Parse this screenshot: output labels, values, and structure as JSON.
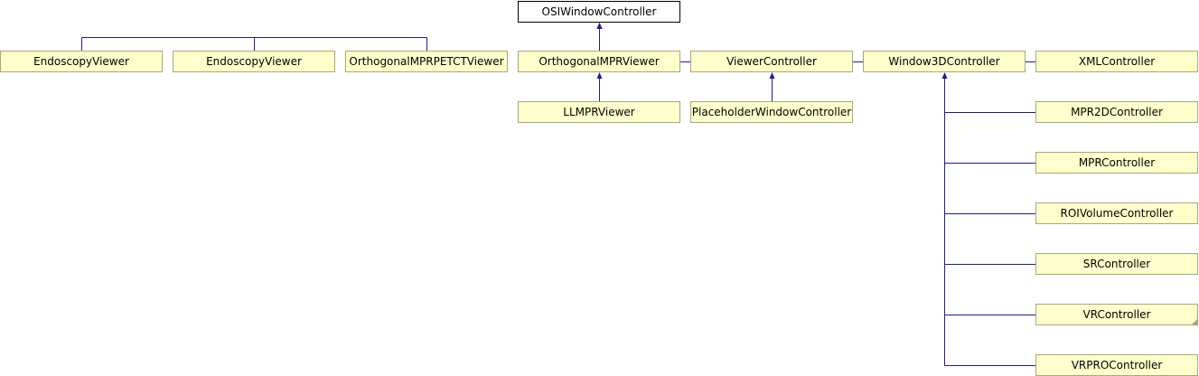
{
  "diagram": {
    "colors": {
      "edge": "#1e1e8c",
      "node_fill": "#ffffcc",
      "node_border": "#a8a878",
      "root_fill": "#ffffff",
      "root_border": "#000000"
    },
    "nodes": {
      "root": "OSIWindowController",
      "endoscopy1": "EndoscopyViewer",
      "endoscopy2": "EndoscopyViewer",
      "petct": "OrthogonalMPRPETCTViewer",
      "ortho": "OrthogonalMPRViewer",
      "viewerctl": "ViewerController",
      "win3d": "Window3DController",
      "xml": "XMLController",
      "llmpr": "LLMPRViewer",
      "placeholder": "PlaceholderWindowController",
      "mpr2d": "MPR2DController",
      "mpr": "MPRController",
      "roivol": "ROIVolumeController",
      "sr": "SRController",
      "vr": "VRController",
      "vrpro": "VRPROController"
    },
    "edges": [
      {
        "from": "endoscopy1",
        "to": "root"
      },
      {
        "from": "endoscopy2",
        "to": "root"
      },
      {
        "from": "petct",
        "to": "root"
      },
      {
        "from": "ortho",
        "to": "root"
      },
      {
        "from": "viewerctl",
        "to": "root"
      },
      {
        "from": "win3d",
        "to": "root"
      },
      {
        "from": "xml",
        "to": "root"
      },
      {
        "from": "llmpr",
        "to": "ortho"
      },
      {
        "from": "placeholder",
        "to": "viewerctl"
      },
      {
        "from": "mpr2d",
        "to": "win3d"
      },
      {
        "from": "mpr",
        "to": "win3d"
      },
      {
        "from": "roivol",
        "to": "win3d"
      },
      {
        "from": "sr",
        "to": "win3d"
      },
      {
        "from": "vr",
        "to": "win3d"
      },
      {
        "from": "vrpro",
        "to": "win3d"
      }
    ]
  }
}
